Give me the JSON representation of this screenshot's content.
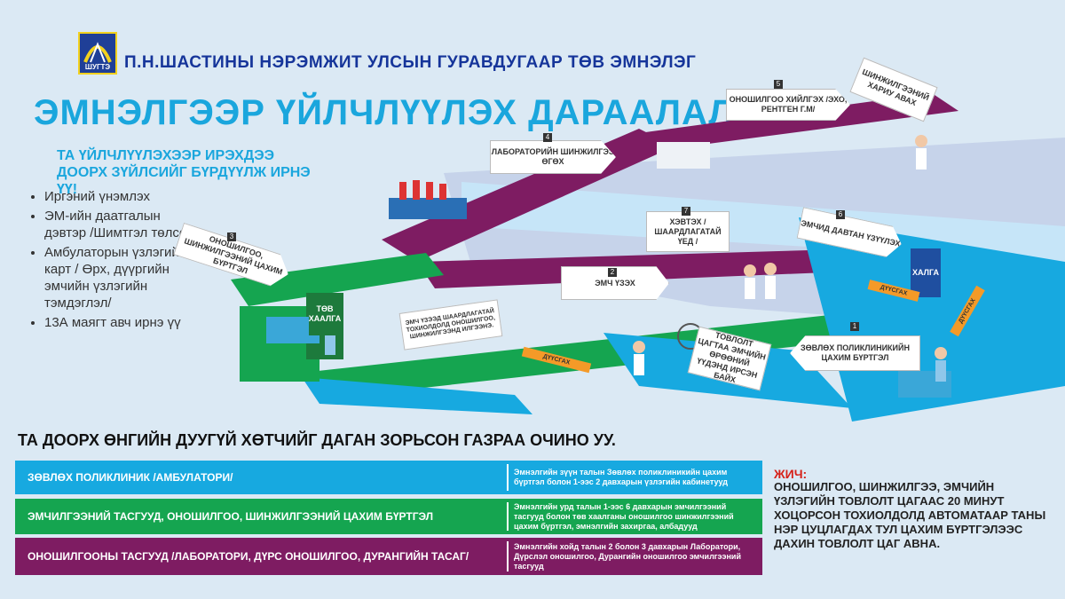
{
  "header": {
    "logo_text": "ШУГТЭ",
    "hospital_name": "П.Н.ШАСТИНЫ НЭРЭМЖИТ УЛСЫН ГУРАВДУГААР ТӨВ ЭМНЭЛЭГ",
    "title": "ЭМНЭЛГЭЭР ҮЙЛЧЛҮҮЛЭХ ДАРААЛАЛ",
    "subtitle": "ТА ҮЙЛЧЛҮҮЛЭХЭЭР ИРЭХДЭЭ ДООРХ ЗҮЙЛСИЙГ БҮРДҮҮЛЖ ИРНЭ ҮҮ!"
  },
  "requirements": [
    "Иргэний үнэмлэх",
    "ЭМ-ийн даатгалын дэвтэр /Шимтгэл төлсөн/",
    "Амбулаторын үзлэгийн карт / Өрх, дүүргийн эмчийн үзлэгийн тэмдэглэл/",
    "13А маягт авч ирнэ үү"
  ],
  "map": {
    "signs": [
      {
        "badge": "1",
        "text": "ЗӨВЛӨХ ПОЛИКЛИНИКИЙН ЦАХИМ БҮРТГЭЛ"
      },
      {
        "badge": "2",
        "text": "ЭМЧ ҮЗЭХ"
      },
      {
        "badge": "3",
        "text": "ОНОШИЛГОО, ШИНЖИЛГЭЭНИЙ ЦАХИМ БҮРТГЭЛ"
      },
      {
        "badge": "4",
        "text": "ЛАБОРАТОРИЙН ШИНЖИЛГЭЭ ӨГӨХ"
      },
      {
        "badge": "5",
        "text": "ОНОШИЛГОО ХИЙЛГЭХ /ЭХО, РЕНТГЕН Г.М/"
      },
      {
        "badge": "6",
        "text": "ЭМЧИД ДАВТАН ҮЗҮҮЛЭХ"
      },
      {
        "badge": "7",
        "text": "ХЭВТЭХ / ШААРДЛАГАТАЙ ҮЕД /"
      },
      {
        "badge": "",
        "text": "ШИНЖИЛГЭЭНИЙ ХАРИУ АВАХ"
      },
      {
        "badge": "",
        "text": "ТОВЛОЛТ ЦАГТАА ЭМЧИЙН ӨРӨӨНИЙ ҮҮДЭНД ИРСЭН БАЙХ"
      },
      {
        "badge": "",
        "text": "ЭМЧ ҮЗЭЭД ШААРДЛАГАТАЙ ТОХИОЛДОЛД ОНОШИЛГОО, ШИНЖИЛГЭЭНД ИЛГЭЭНЭ."
      },
      {
        "badge": "",
        "text": "ТӨВ ХААЛГА"
      },
      {
        "badge": "",
        "text": "ХАЛГА"
      }
    ],
    "labels": [
      "ДҮҮСГАХ",
      "ДҮҮСГАХ",
      "ДҮҮСГАХ"
    ]
  },
  "route_heading": "ТА ДООРХ ӨНГИЙН ДУУГҮЙ ХӨТЧИЙГ ДАГАН ЗОРЬСОН ГАЗРАА ОЧИНО УУ.",
  "routes": [
    {
      "name": "ЗӨВЛӨХ ПОЛИКЛИНИК /АМБУЛАТОРИ/",
      "desc": "Эмнэлгийн зүүн талын Зөвлөх поликлиникийн цахим бүртгэл болон 1-ээс 2 давхарын үзлэгийн кабинетууд",
      "color": "#17a9e0"
    },
    {
      "name": "ЭМЧИЛГЭЭНИЙ ТАСГУУД, ОНОШИЛГОО, ШИНЖИЛГЭЭНИЙ ЦАХИМ БҮРТГЭЛ",
      "desc": "Эмнэлгийн урд талын 1-ээс 6 давхарын эмчилгээний тасгууд болон төв хаалганы оношилгоо шинжилгээний цахим бүртгэл, эмнэлгийн захиргаа, албадууд",
      "color": "#15a550"
    },
    {
      "name": "ОНОШИЛГООНЫ ТАСГУУД /ЛАБОРАТОРИ, ДҮРС ОНОШИЛГОО, ДУРАНГИЙН ТАСАГ/",
      "desc": "Эмнэлгийн хойд талын 2 болон 3 давхарын Лаборатори, Дүрслэл оношилгоо, Дурангийн оношилгоо эмчилгээний тасгууд",
      "color": "#7e1c62"
    }
  ],
  "note": {
    "title": "ЖИЧ:",
    "text": "ОНОШИЛГОО, ШИНЖИЛГЭЭ, ЭМЧИЙН ҮЗЛЭГИЙН ТОВЛОЛТ ЦАГААС 20 МИНУТ ХОЦОРСОН ТОХИОЛДОЛД АВТОМАТААР ТАНЫ НЭР ЦУЦЛАГДАХ ТУЛ ЦАХИМ БҮРТГЭЛЭЭС ДАХИН ТОВЛОЛТ ЦАГ АВНА."
  }
}
